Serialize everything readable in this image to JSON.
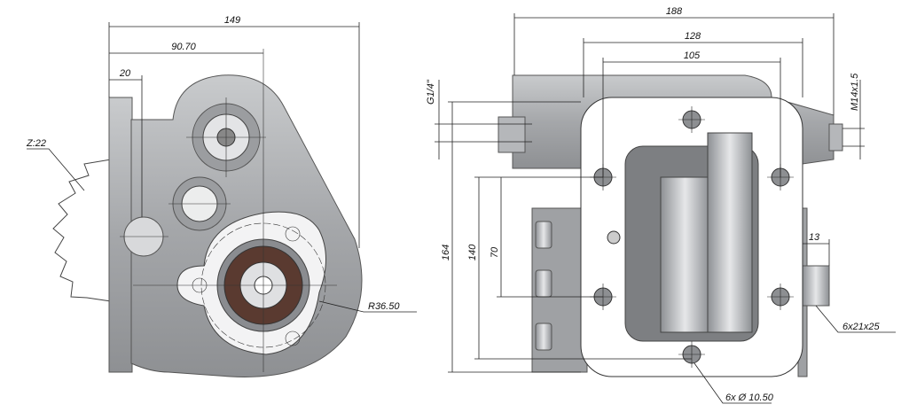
{
  "front_view": {
    "overall_width": "149",
    "shaft_offset": "90.70",
    "flange_offset": "20",
    "gear_teeth": "Z:22",
    "flange_radius": "R36.50"
  },
  "side_view": {
    "overall_length": "188",
    "bolt_spacing_outer": "128",
    "bolt_spacing_inner": "105",
    "port_thread_left": "G1/4\"",
    "port_thread_right": "M14x1.5",
    "overall_height": "164",
    "bolt_height_outer": "140",
    "bolt_height_inner": "70",
    "shaft_length": "13",
    "spline_spec": "6x21x25",
    "mounting_holes": "6x Ø 10.50"
  },
  "colors": {
    "metal": "#a9abad",
    "dark_metal": "#7d7f82",
    "seal": "#5a3a30",
    "plate": "#ffffff"
  }
}
